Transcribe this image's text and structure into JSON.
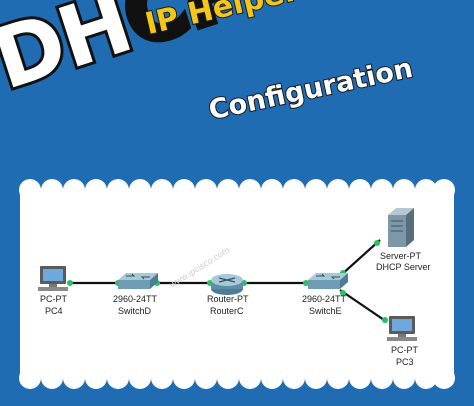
{
  "title": {
    "main_part1": "DH",
    "main_part2": "CP",
    "line1": "IP Helper Address",
    "line2": "Configuration"
  },
  "watermark": "www.ipcisco.com",
  "devices": {
    "pc4": {
      "type": "PC-PT",
      "name": "PC4"
    },
    "switchd": {
      "type": "2960-24TT",
      "name": "SwitchD"
    },
    "routerc": {
      "type": "Router-PT",
      "name": "RouterC"
    },
    "switche": {
      "type": "2960-24TT",
      "name": "SwitchE"
    },
    "server": {
      "type": "Server-PT",
      "name": "DHCP Server"
    },
    "pc3": {
      "type": "PC-PT",
      "name": "PC3"
    }
  },
  "colors": {
    "background": "#1f6cb3",
    "accent_yellow": "#f5c518",
    "link_up": "#22c55e"
  }
}
